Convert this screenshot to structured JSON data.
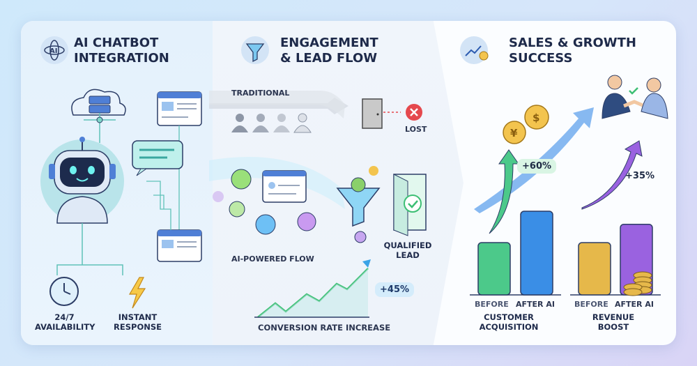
{
  "panels": [
    {
      "title_line1": "AI CHATBOT",
      "title_line2": "INTEGRATION",
      "icon": "ai-atom-icon",
      "features": [
        {
          "icon": "clock-icon",
          "line1": "24/7",
          "line2": "AVAILABILITY"
        },
        {
          "icon": "lightning-icon",
          "line1": "INSTANT",
          "line2": "RESPONSE"
        }
      ]
    },
    {
      "title_line1": "ENGAGEMENT",
      "title_line2": "& LEAD FLOW",
      "icon": "funnel-icon",
      "traditional_label": "TRADITIONAL",
      "lost_label": "LOST",
      "ai_flow_label": "AI-POWERED FLOW",
      "qualified_line1": "QUALIFIED",
      "qualified_line2": "LEAD",
      "conversion_badge": "+45%",
      "conversion_label": "CONVERSION RATE INCREASE"
    },
    {
      "title_line1": "SALES & GROWTH",
      "title_line2": "SUCCESS",
      "icon": "growth-chart-icon"
    }
  ],
  "chart_data": [
    {
      "type": "bar",
      "title": "CUSTOMER ACQUISITION",
      "categories": [
        "BEFORE",
        "AFTER AI"
      ],
      "values": [
        1.0,
        1.6
      ],
      "annotation": "+60%"
    },
    {
      "type": "bar",
      "title": "REVENUE BOOST",
      "categories": [
        "BEFORE",
        "AFTER AI"
      ],
      "values": [
        1.0,
        1.35
      ],
      "annotation": "+35%"
    }
  ],
  "colors": {
    "accent": "#3a8ee6",
    "green": "#4cc98a",
    "gold": "#e6b84a",
    "purple": "#9a62e0",
    "red": "#e5484d"
  }
}
